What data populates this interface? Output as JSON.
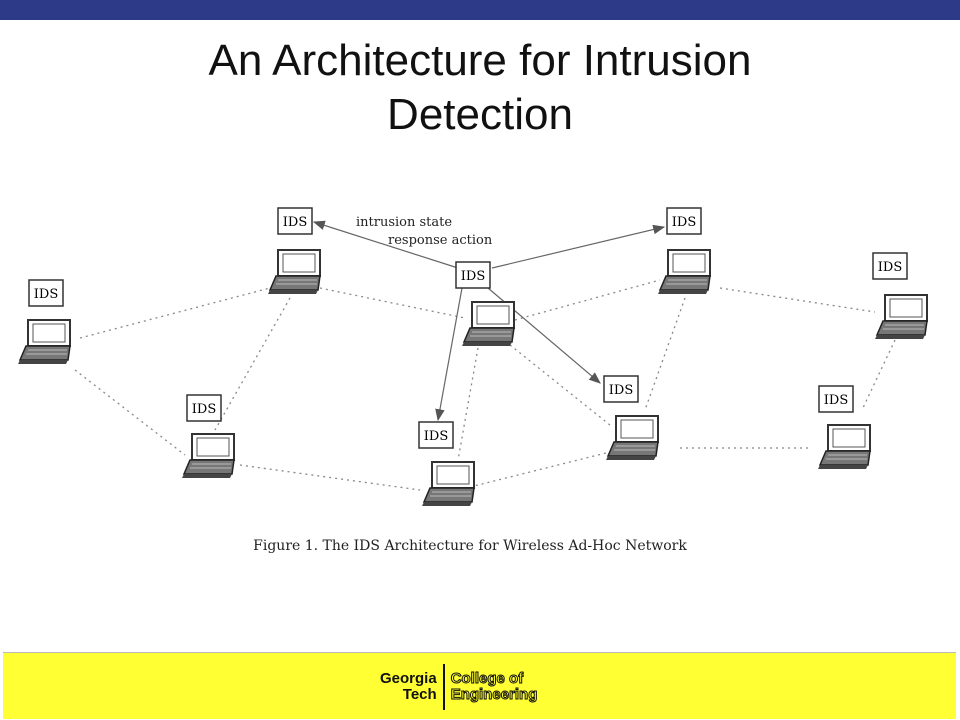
{
  "slide": {
    "title_line1": "An Architecture for Intrusion",
    "title_line2": "Detection"
  },
  "diagram": {
    "ids_label": "IDS",
    "annotation_line1": "intrusion state",
    "annotation_line2": "response action",
    "caption": "Figure 1. The IDS Architecture for Wireless Ad-Hoc Network"
  },
  "footer": {
    "logo_word1": "Georgia",
    "logo_word2": "Tech",
    "logo_sub1": "College of",
    "logo_sub2": "Engineering"
  },
  "colors": {
    "top_bar": "#2d3a87",
    "footer_bar": "#ffff33"
  }
}
